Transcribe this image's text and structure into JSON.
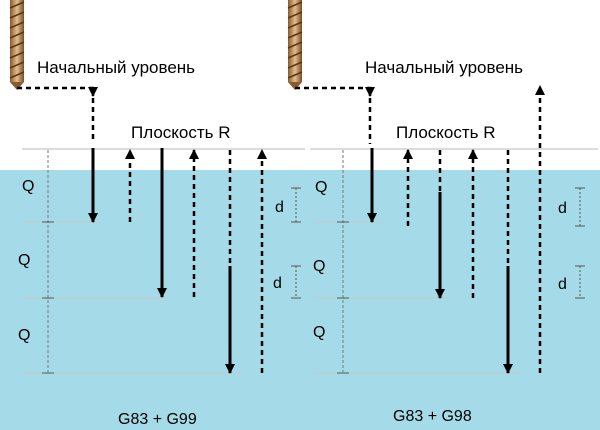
{
  "colors": {
    "water": "#a5dbe8",
    "arrow": "#000000",
    "guide": "#8a8a8a",
    "reference_line": "#c8c8c8",
    "drill_light": "#d8b48a",
    "drill_dark": "#8a5a2a"
  },
  "left_panel": {
    "initial_level_label": "Начальный уровень",
    "r_plane_label": "Плоскость R",
    "q_labels": [
      "Q",
      "Q",
      "Q"
    ],
    "d_labels": [
      "d",
      "d"
    ],
    "caption": "G83 + G99"
  },
  "right_panel": {
    "initial_level_label": "Начальный уровень",
    "r_plane_label": "Плоскость R",
    "q_labels": [
      "Q",
      "Q",
      "Q"
    ],
    "d_labels": [
      "d",
      "d"
    ],
    "caption": "G83 + G98"
  },
  "icons": [
    "drill-bit-icon"
  ]
}
